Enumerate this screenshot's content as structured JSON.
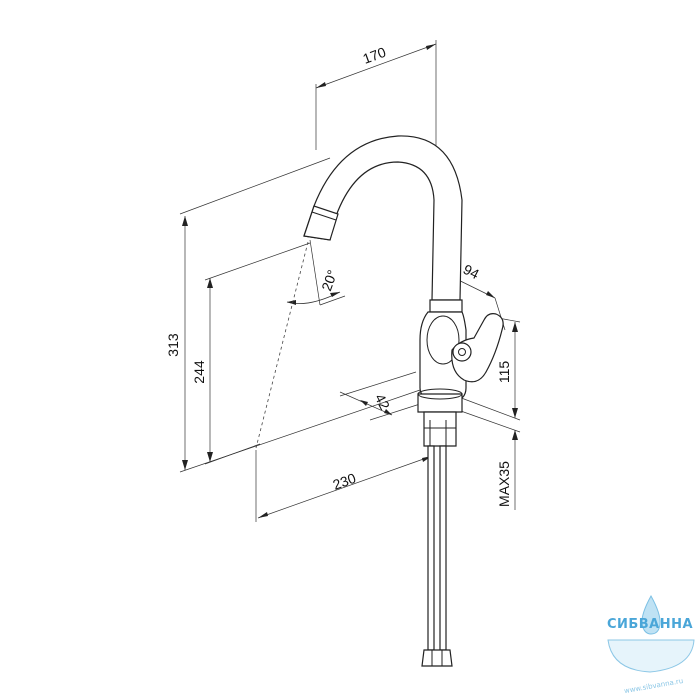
{
  "dimensions": {
    "width_top": "170",
    "height_total": "313",
    "height_spout": "244",
    "angle": "20°",
    "handle_offset": "94",
    "body_height": "115",
    "base_dia": "42",
    "reach": "230",
    "max_thickness": "MAX35"
  },
  "watermark": {
    "brand": "СИБВАННА",
    "url": "www.sibvanna.ru"
  },
  "colors": {
    "line": "#222222",
    "watermark": "#4aa6d8"
  }
}
